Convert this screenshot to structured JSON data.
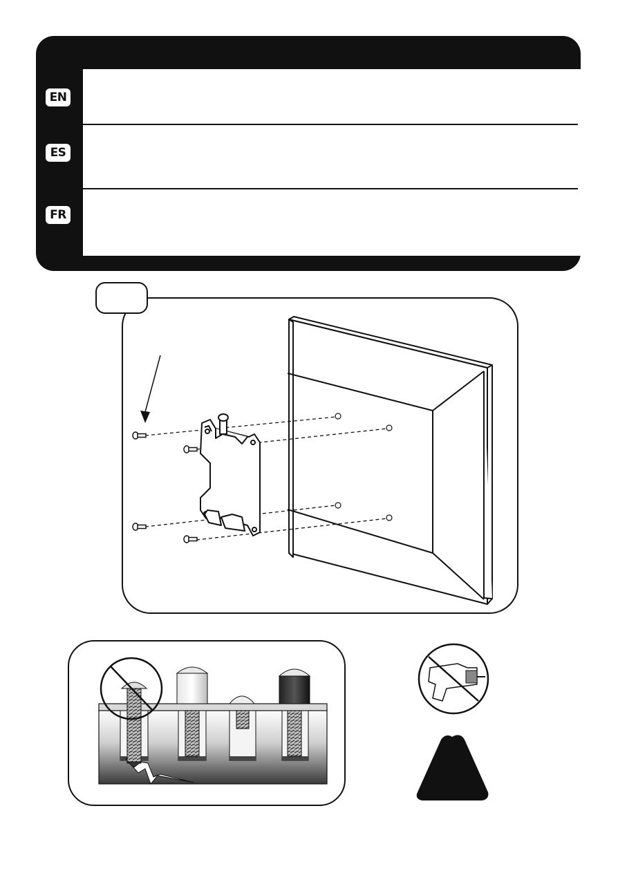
{
  "languages": [
    {
      "code": "EN",
      "text": ""
    },
    {
      "code": "ES",
      "text": ""
    },
    {
      "code": "FR",
      "text": ""
    }
  ],
  "step": {
    "number": ""
  },
  "icons": {
    "arrow": "arrow-icon",
    "no_drill": "no-power-drill-icon",
    "warning": "warning-triangle-icon",
    "prohibited": "prohibited-icon"
  },
  "colors": {
    "panel": "#111111",
    "background": "#ffffff"
  }
}
